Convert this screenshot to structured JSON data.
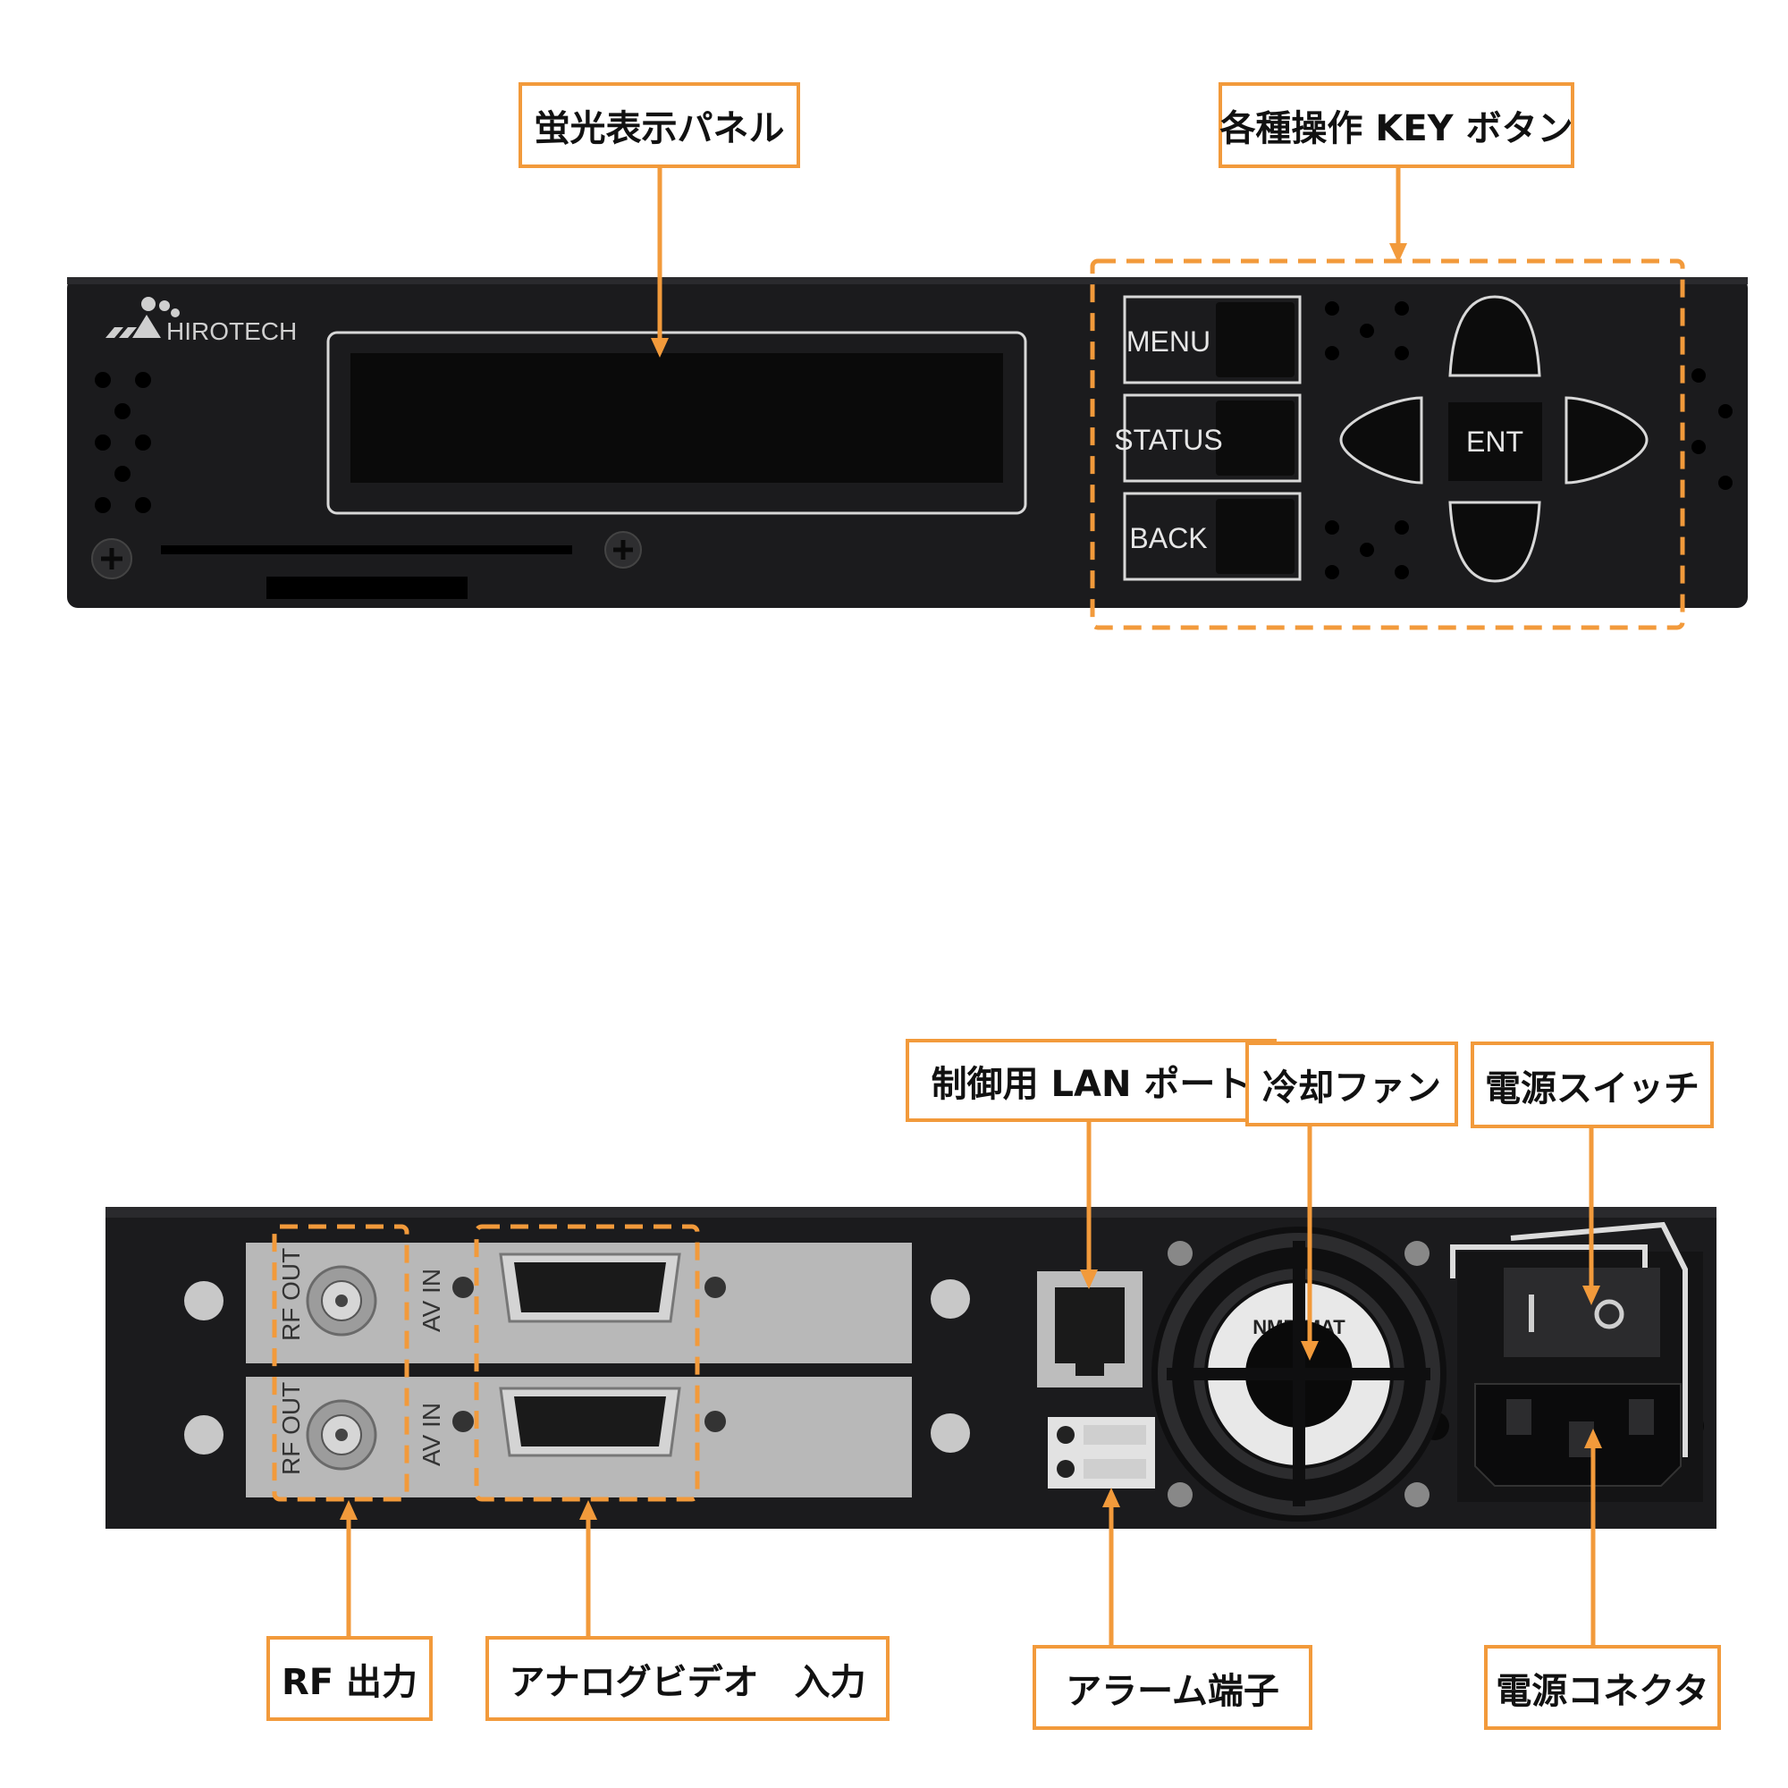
{
  "front": {
    "brand": "HIROTECH",
    "buttons": {
      "menu": "MENU",
      "status": "STATUS",
      "back": "BACK",
      "enter": "ENT"
    }
  },
  "rear": {
    "card_labels": {
      "rf_out": "RF OUT",
      "av_in": "AV IN"
    },
    "fan_label_text": "NMB-MAT"
  },
  "callouts": {
    "vfd_panel": "蛍光表示パネル",
    "key_buttons": "各種操作 KEY ボタン",
    "lan_port": "制御用 LAN ポート",
    "cooling_fan": "冷却ファン",
    "power_switch": "電源スイッチ",
    "rf_output": "RF 出力",
    "analog_video_input": "アナログビデオ　入力",
    "alarm_terminal": "アラーム端子",
    "power_connector": "電源コネクタ"
  },
  "colors": {
    "accent": "#F29A3B",
    "chassis": "#1b1b1d",
    "panel_line": "#d8d8d8",
    "card_plate": "#b8b8b8"
  }
}
